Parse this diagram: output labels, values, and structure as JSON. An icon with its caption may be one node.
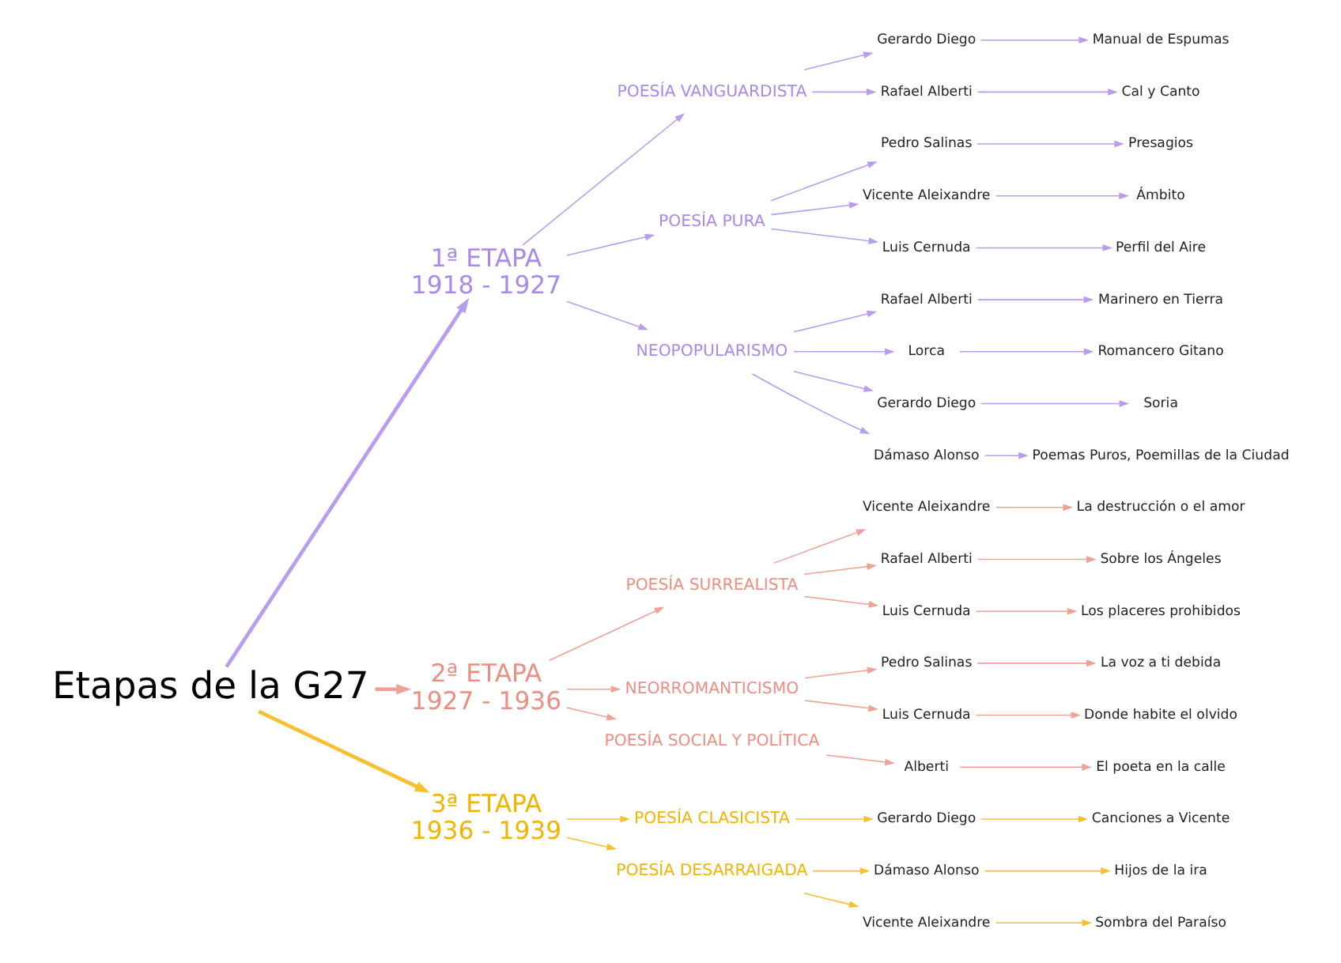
{
  "diagram": {
    "nodes": [
      {
        "text": [
          "Etapas de la G27"
        ]
      },
      {
        "text": [
          "1ª ETAPA",
          "1918 - 1927"
        ]
      },
      {
        "text": [
          "POESÍA VANGUARDISTA"
        ]
      },
      {
        "text": [
          "Gerardo Diego"
        ]
      },
      {
        "text": [
          "Manual de Espumas"
        ]
      },
      {
        "text": [
          "Rafael Alberti"
        ]
      },
      {
        "text": [
          "Cal y Canto"
        ]
      },
      {
        "text": [
          "POESÍA PURA"
        ]
      },
      {
        "text": [
          "Pedro Salinas"
        ]
      },
      {
        "text": [
          "Presagios"
        ]
      },
      {
        "text": [
          "Vicente Aleixandre"
        ]
      },
      {
        "text": [
          "Ámbito"
        ]
      },
      {
        "text": [
          "Luis Cernuda"
        ]
      },
      {
        "text": [
          "Perfil del Aire"
        ]
      },
      {
        "text": [
          "NEOPOPULARISMO"
        ]
      },
      {
        "text": [
          "Rafael Alberti"
        ]
      },
      {
        "text": [
          "Marinero en Tierra"
        ]
      },
      {
        "text": [
          "Lorca"
        ]
      },
      {
        "text": [
          "Romancero Gitano"
        ]
      },
      {
        "text": [
          "Gerardo Diego"
        ]
      },
      {
        "text": [
          "Soria"
        ]
      },
      {
        "text": [
          "Dámaso Alonso"
        ]
      },
      {
        "text": [
          "Poemas Puros, Poemillas de la Ciudad"
        ]
      },
      {
        "text": [
          "2ª ETAPA",
          "1927 - 1936"
        ]
      },
      {
        "text": [
          "POESÍA SURREALISTA"
        ]
      },
      {
        "text": [
          "Vicente Aleixandre"
        ]
      },
      {
        "text": [
          "La destrucción o el amor"
        ]
      },
      {
        "text": [
          "Rafael Alberti"
        ]
      },
      {
        "text": [
          "Sobre los Ángeles"
        ]
      },
      {
        "text": [
          "Luis Cernuda"
        ]
      },
      {
        "text": [
          "Los placeres prohibidos"
        ]
      },
      {
        "text": [
          "NEORROMANTICISMO"
        ]
      },
      {
        "text": [
          "Pedro Salinas"
        ]
      },
      {
        "text": [
          "La voz a ti debida"
        ]
      },
      {
        "text": [
          "Luis Cernuda"
        ]
      },
      {
        "text": [
          "Donde habite el olvido"
        ]
      },
      {
        "text": [
          "POESÍA SOCIAL Y POLÍTICA"
        ]
      },
      {
        "text": [
          "Alberti"
        ]
      },
      {
        "text": [
          "El poeta en la calle"
        ]
      },
      {
        "text": [
          "3ª ETAPA",
          "1936 - 1939"
        ]
      },
      {
        "text": [
          "POESÍA CLASICISTA"
        ]
      },
      {
        "text": [
          "Gerardo Diego"
        ]
      },
      {
        "text": [
          "Canciones a Vicente"
        ]
      },
      {
        "text": [
          "POESÍA DESARRAIGADA"
        ]
      },
      {
        "text": [
          "Dámaso Alonso"
        ]
      },
      {
        "text": [
          "Hijos de la ira"
        ]
      },
      {
        "text": [
          "Vicente Aleixandre"
        ]
      },
      {
        "text": [
          "Sombra del Paraíso"
        ]
      }
    ],
    "edges": [
      {
        "from": 0,
        "to": 1,
        "arrow": "to",
        "style": "thick",
        "color": "#b89cf0"
      },
      {
        "from": 1,
        "to": 2,
        "arrow": "to",
        "color": "#b89cf0"
      },
      {
        "from": 2,
        "to": 3,
        "arrow": "to",
        "color": "#b89cf0"
      },
      {
        "from": 3,
        "to": 4,
        "arrow": "to",
        "color": "#b89cf0"
      },
      {
        "from": 2,
        "to": 5,
        "arrow": "to",
        "color": "#b89cf0"
      },
      {
        "from": 5,
        "to": 6,
        "arrow": "to",
        "color": "#b89cf0"
      },
      {
        "from": 1,
        "to": 7,
        "arrow": "to",
        "color": "#b89cf0"
      },
      {
        "from": 7,
        "to": 8,
        "arrow": "to",
        "color": "#b89cf0"
      },
      {
        "from": 8,
        "to": 9,
        "arrow": "to",
        "color": "#b89cf0"
      },
      {
        "from": 7,
        "to": 10,
        "arrow": "to",
        "color": "#b89cf0"
      },
      {
        "from": 10,
        "to": 11,
        "arrow": "to",
        "color": "#b89cf0"
      },
      {
        "from": 7,
        "to": 12,
        "arrow": "to",
        "color": "#b89cf0"
      },
      {
        "from": 12,
        "to": 13,
        "arrow": "to",
        "color": "#b89cf0"
      },
      {
        "from": 1,
        "to": 14,
        "arrow": "to",
        "color": "#b89cf0"
      },
      {
        "from": 14,
        "to": 15,
        "arrow": "to",
        "color": "#b89cf0"
      },
      {
        "from": 15,
        "to": 16,
        "arrow": "to",
        "color": "#b89cf0"
      },
      {
        "from": 14,
        "to": 17,
        "arrow": "to",
        "color": "#b89cf0"
      },
      {
        "from": 17,
        "to": 18,
        "arrow": "to",
        "color": "#b89cf0"
      },
      {
        "from": 14,
        "to": 19,
        "arrow": "to",
        "color": "#b89cf0"
      },
      {
        "from": 19,
        "to": 20,
        "arrow": "to",
        "color": "#b89cf0"
      },
      {
        "from": 14,
        "to": 21,
        "arrow": "to",
        "color": "#b89cf0"
      },
      {
        "from": 21,
        "to": 22,
        "arrow": "to",
        "color": "#b89cf0"
      },
      {
        "from": 0,
        "to": 23,
        "arrow": "to",
        "style": "thick",
        "color": "#f0a095"
      },
      {
        "from": 23,
        "to": 24,
        "arrow": "to",
        "color": "#f0a095"
      },
      {
        "from": 24,
        "to": 25,
        "arrow": "to",
        "color": "#f0a095"
      },
      {
        "from": 25,
        "to": 26,
        "arrow": "to",
        "color": "#f0a095"
      },
      {
        "from": 24,
        "to": 27,
        "arrow": "to",
        "color": "#f0a095"
      },
      {
        "from": 27,
        "to": 28,
        "arrow": "to",
        "color": "#f0a095"
      },
      {
        "from": 24,
        "to": 29,
        "arrow": "to",
        "color": "#f0a095"
      },
      {
        "from": 29,
        "to": 30,
        "arrow": "to",
        "color": "#f0a095"
      },
      {
        "from": 23,
        "to": 31,
        "arrow": "to",
        "color": "#f0a095"
      },
      {
        "from": 31,
        "to": 32,
        "arrow": "to",
        "color": "#f0a095"
      },
      {
        "from": 32,
        "to": 33,
        "arrow": "to",
        "color": "#f0a095"
      },
      {
        "from": 31,
        "to": 34,
        "arrow": "to",
        "color": "#f0a095"
      },
      {
        "from": 34,
        "to": 35,
        "arrow": "to",
        "color": "#f0a095"
      },
      {
        "from": 23,
        "to": 36,
        "arrow": "to",
        "color": "#f0a095"
      },
      {
        "from": 36,
        "to": 37,
        "arrow": "to",
        "color": "#f0a095"
      },
      {
        "from": 37,
        "to": 38,
        "arrow": "to",
        "color": "#f0a095"
      },
      {
        "from": 0,
        "to": 39,
        "arrow": "to",
        "style": "thick",
        "color": "#f8c030"
      },
      {
        "from": 39,
        "to": 40,
        "arrow": "to",
        "color": "#f8c030"
      },
      {
        "from": 40,
        "to": 41,
        "arrow": "to",
        "color": "#f8c030"
      },
      {
        "from": 41,
        "to": 42,
        "arrow": "to",
        "color": "#f8c030"
      },
      {
        "from": 39,
        "to": 43,
        "arrow": "to",
        "color": "#f8c030"
      },
      {
        "from": 43,
        "to": 44,
        "arrow": "to",
        "color": "#f8c030"
      },
      {
        "from": 44,
        "to": 45,
        "arrow": "to",
        "color": "#f8c030"
      },
      {
        "from": 43,
        "to": 46,
        "arrow": "to",
        "color": "#f8c030"
      },
      {
        "from": 46,
        "to": 47,
        "arrow": "to",
        "color": "#f8c030"
      }
    ]
  }
}
